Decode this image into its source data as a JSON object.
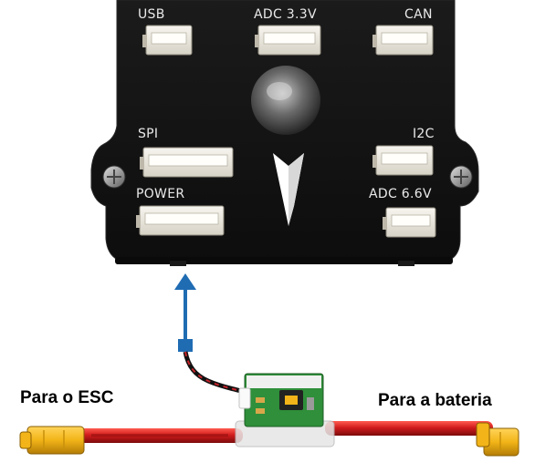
{
  "board": {
    "port_labels": {
      "usb": "USB",
      "adc33": "ADC 3.3V",
      "can": "CAN",
      "spi": "SPI",
      "i2c": "I2C",
      "power": "POWER",
      "adc66": "ADC 6.6V"
    }
  },
  "captions": {
    "left": "Para o ESC",
    "right": "Para a bateria"
  },
  "colors": {
    "board_body": "#151515",
    "arrow": "#1f6cb3",
    "wire_red": "#d21d1d",
    "connector_yellow": "#f2b418",
    "pcb_green": "#2f8f3a"
  },
  "icons": {
    "direction_arrow": "arrow-up-icon"
  }
}
